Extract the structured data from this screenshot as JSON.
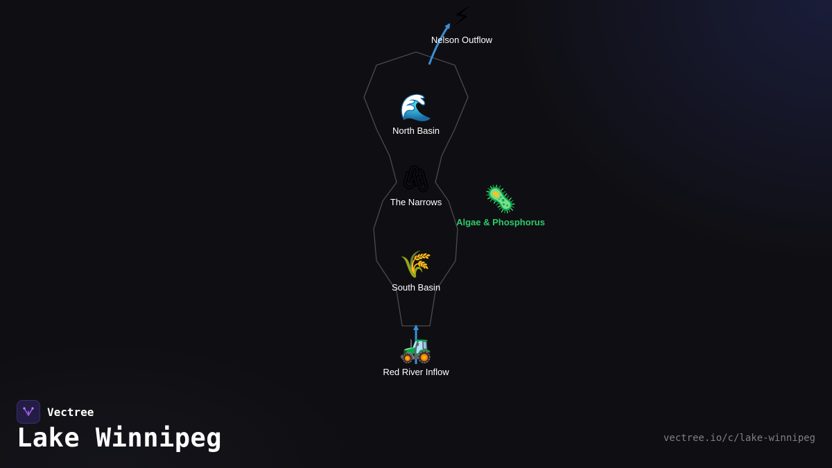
{
  "brand": {
    "name": "Vectree",
    "logo_icon": "vectree-logo-icon"
  },
  "title": "Lake Winnipeg",
  "url": "vectree.io/c/lake-winnipeg",
  "colors": {
    "arrow": "#3b8fd6",
    "outline": "#4a4a52",
    "highlight": "#2ec96a",
    "brand": "#9b5de5"
  },
  "nodes": {
    "nelson": {
      "icon": "⚡",
      "icon_name": "lightning-icon",
      "label": "Nelson Outflow"
    },
    "north": {
      "icon": "🌊",
      "icon_name": "wave-icon",
      "label": "North Basin"
    },
    "narrows": {
      "icon": "🖇",
      "icon_name": "linked-paperclips-icon",
      "label": "The Narrows"
    },
    "algae": {
      "icon": "🦠",
      "icon_name": "microbe-icon",
      "label": "Algae & Phosphorus"
    },
    "south": {
      "icon": "🌾",
      "icon_name": "wheat-icon",
      "label": "South Basin"
    },
    "red_river": {
      "icon": "🚜",
      "icon_name": "tractor-icon",
      "label": "Red River Inflow"
    }
  }
}
